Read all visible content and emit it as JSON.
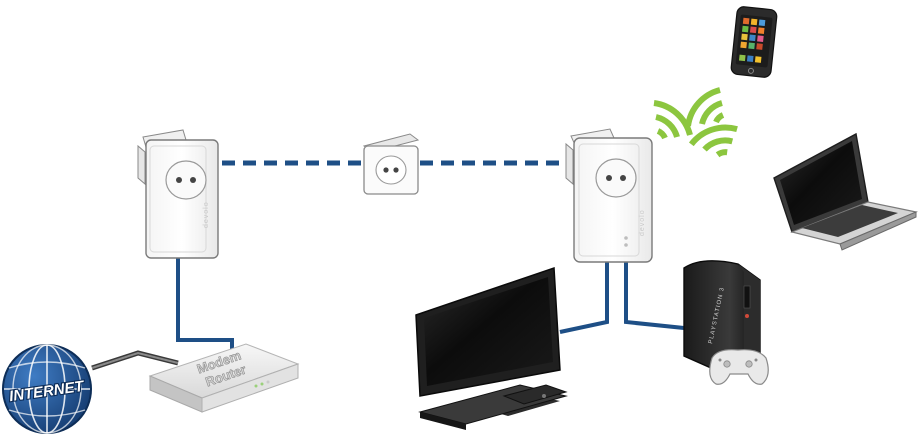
{
  "diagram": {
    "internet_label": "INTERNET",
    "router_label_line1": "Modem",
    "router_label_line2": "Router",
    "adapter_brand": "devolo",
    "console_brand": "PLAYSTATION 3"
  },
  "colors": {
    "cable": "#1e4f86",
    "powerline": "#1e4f86",
    "internet_cable": "#5a5a5a",
    "wifi": "#8cc63f",
    "globe": "#1d4e8f"
  },
  "icons": {
    "internet": "globe-icon",
    "router": "router-icon",
    "adapter": "powerline-adapter-icon",
    "socket": "wall-socket-icon",
    "tv": "tv-icon",
    "console": "game-console-icon",
    "controller": "gamepad-icon",
    "phone": "smartphone-icon",
    "laptop": "laptop-icon",
    "wifi": "wifi-icon"
  }
}
